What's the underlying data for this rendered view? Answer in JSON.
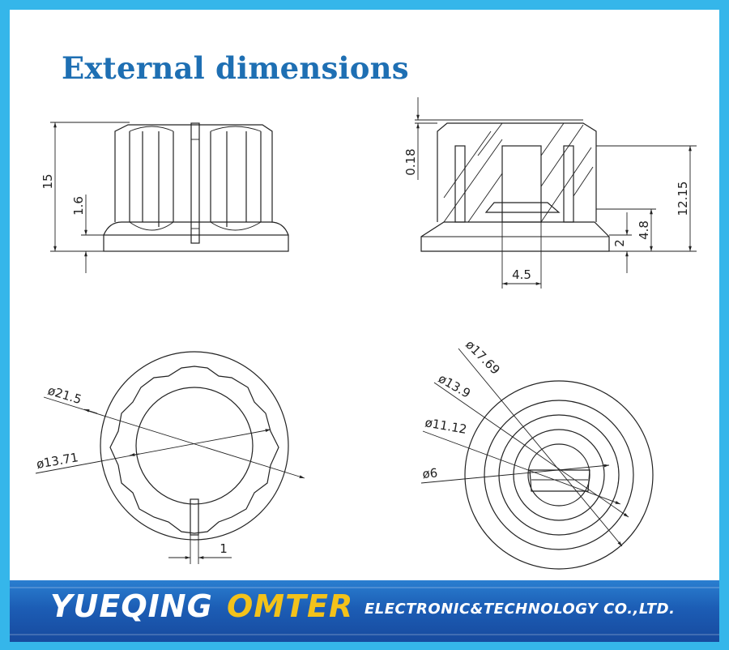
{
  "title": "External dimensions",
  "dimensions": {
    "front_height": "15",
    "front_base": "1.6",
    "section_top": "0.18",
    "section_height": "12.15",
    "section_skirt": "4.8",
    "section_base": "2",
    "section_bore": "4.5",
    "top_outer": "ø21.5",
    "top_inner": "ø13.71",
    "top_slot": "1",
    "bottom_d1": "ø17.69",
    "bottom_d2": "ø13.9",
    "bottom_d3": "ø11.12",
    "bottom_d4": "ø6"
  },
  "banner": {
    "brand_primary": "YUEQING",
    "brand_secondary": "OMTER",
    "company": "ELECTRONIC&TECHNOLOGY  CO.,LTD."
  },
  "colors": {
    "frame": "#35b6ea",
    "title": "#1e6fb3",
    "banner": "#1c5db5",
    "brand_secondary": "#f3c21a"
  }
}
